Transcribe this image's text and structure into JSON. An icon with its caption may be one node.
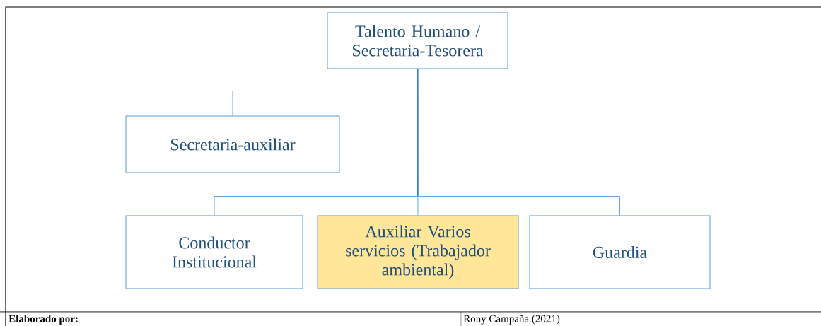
{
  "diagram": {
    "nodes": [
      {
        "text": [
          "Talento Humano / Secretaria-Tesorera"
        ]
      },
      {
        "text": [
          "Secretaria-auxiliar"
        ]
      },
      {
        "text": [
          "Conductor Institucional"
        ]
      },
      {
        "text": [
          "Auxiliar Varios servicios (Trabajador ambiental)"
        ]
      },
      {
        "text": [
          "Guardia"
        ]
      }
    ],
    "edges": [
      {
        "from": 0,
        "to": 1,
        "arrow": "none"
      },
      {
        "from": 0,
        "to": 2,
        "arrow": "none"
      },
      {
        "from": 0,
        "to": 3,
        "arrow": "none"
      },
      {
        "from": 0,
        "to": 4,
        "arrow": "none"
      }
    ],
    "labels": [
      "Elaborado por:",
      "Rony Campaña (2021)"
    ]
  }
}
